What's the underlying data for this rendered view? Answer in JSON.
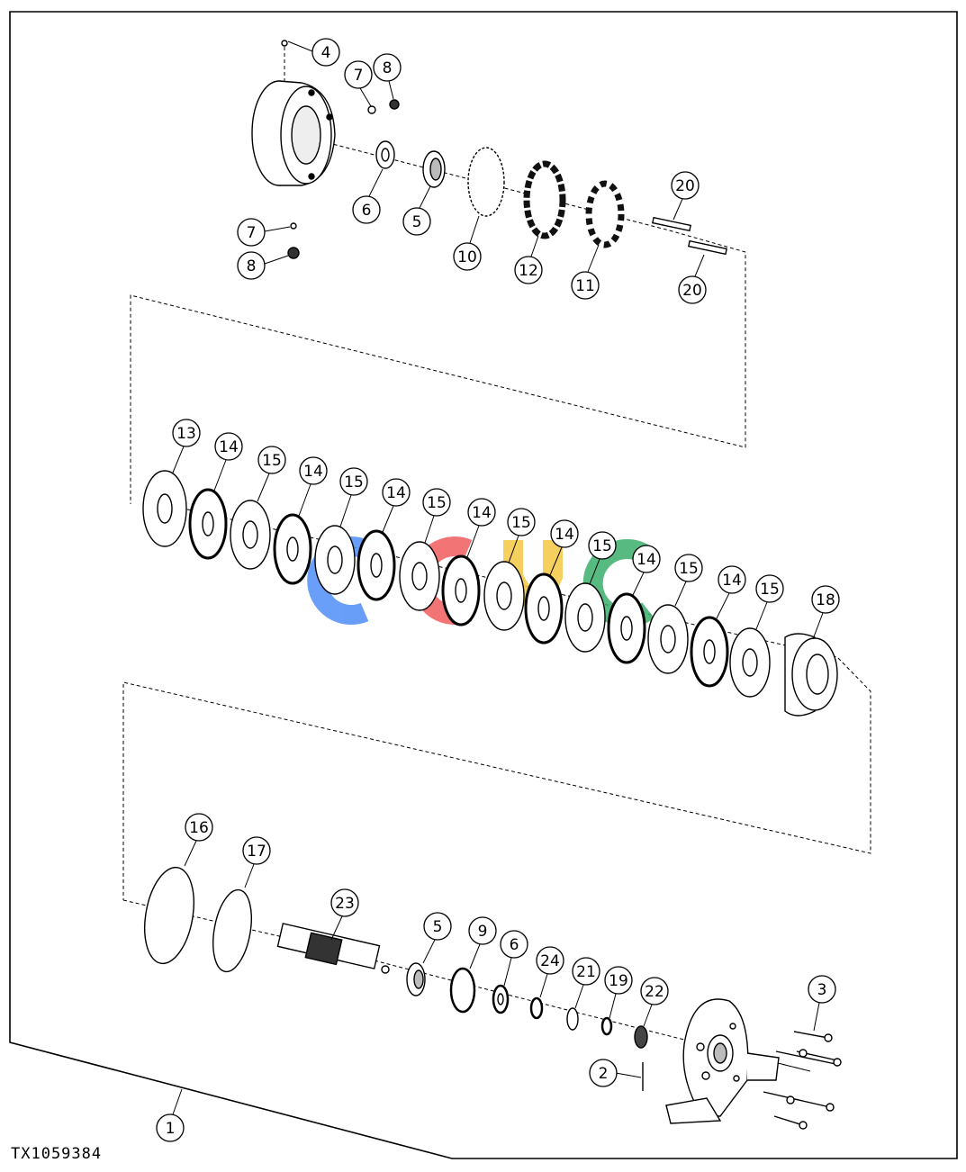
{
  "figure_id": "TX1059384",
  "watermark": {
    "text": "CCHC",
    "colors": [
      "#4f8ef7",
      "#f25c5c",
      "#f5c842",
      "#3aae6c"
    ]
  },
  "callouts": {
    "c4": "4",
    "c7a": "7",
    "c8a": "8",
    "c6a": "6",
    "c5a": "5",
    "c10": "10",
    "c12": "12",
    "c11": "11",
    "c20a": "20",
    "c20b": "20",
    "c7b": "7",
    "c8b": "8",
    "c13": "13",
    "c14a": "14",
    "c15a": "15",
    "c14b": "14",
    "c15b": "15",
    "c14c": "14",
    "c15c": "15",
    "c14d": "14",
    "c15d": "15",
    "c14e": "14",
    "c15e": "15",
    "c14f": "14",
    "c15f": "15",
    "c14g": "14",
    "c15g": "15",
    "c18": "18",
    "c16": "16",
    "c17": "17",
    "c23": "23",
    "c5b": "5",
    "c9": "9",
    "c6b": "6",
    "c24": "24",
    "c21": "21",
    "c19": "19",
    "c22": "22",
    "c3": "3",
    "c2": "2",
    "c1": "1"
  }
}
